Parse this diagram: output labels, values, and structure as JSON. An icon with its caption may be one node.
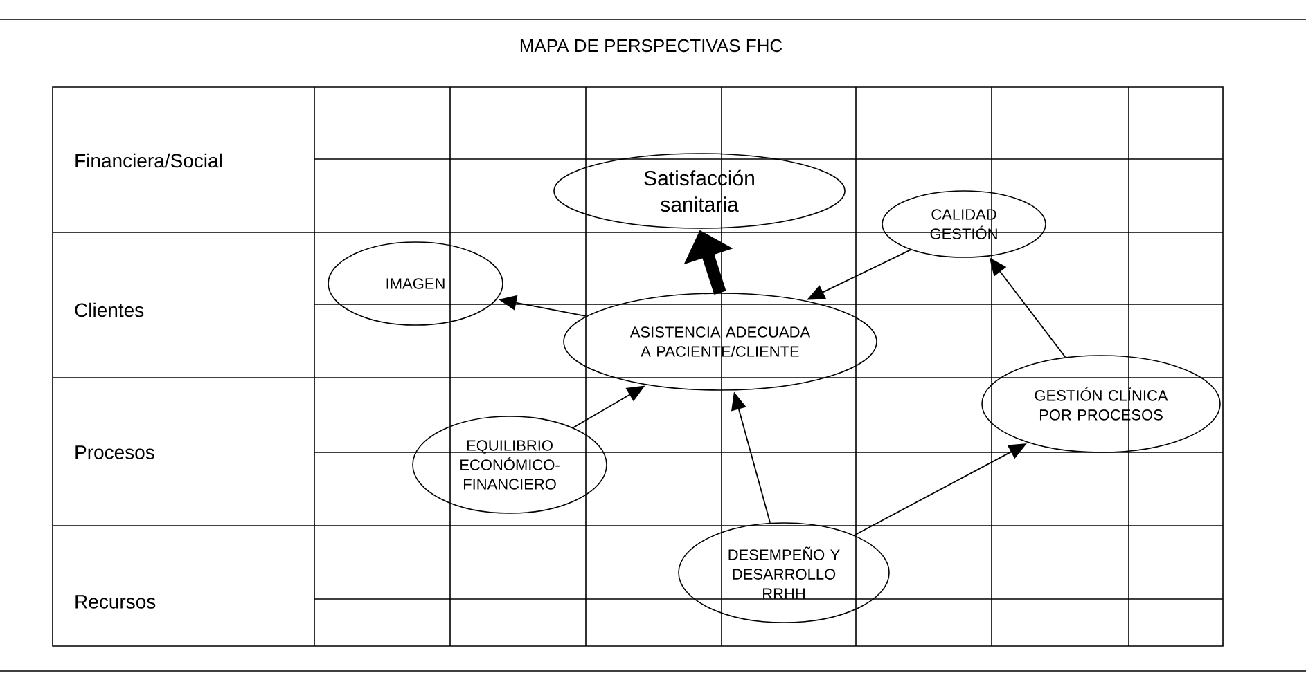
{
  "diagram": {
    "title": "MAPA DE PERSPECTIVAS FHC",
    "nodes": [
      {
        "text": [
          "Satisfacción sanitaria"
        ]
      },
      {
        "text": [
          "CALIDAD GESTIÓN"
        ]
      },
      {
        "text": [
          "IMAGEN"
        ]
      },
      {
        "text": [
          "ASISTENCIA ADECUADA A PACIENTE/CLIENTE"
        ]
      },
      {
        "text": [
          "GESTIÓN CLÍNICA POR PROCESOS"
        ]
      },
      {
        "text": [
          "EQUILIBRIO ECONÓMICO-FINANCIERO"
        ]
      },
      {
        "text": [
          "DESEMPEÑO Y DESARROLLO RRHH"
        ]
      }
    ],
    "edges": [
      {
        "from": 3,
        "to": 0,
        "arrow": "to",
        "style": "thick"
      },
      {
        "from": 3,
        "to": 2,
        "arrow": "to"
      },
      {
        "from": 1,
        "to": 3,
        "arrow": "to"
      },
      {
        "from": 5,
        "to": 3,
        "arrow": "to"
      },
      {
        "from": 6,
        "to": 3,
        "arrow": "to"
      },
      {
        "from": 6,
        "to": 4,
        "arrow": "to"
      },
      {
        "from": 4,
        "to": 1,
        "arrow": "to"
      }
    ],
    "labels": [
      "Financiera/Social",
      "Clientes",
      "Procesos",
      "Recursos"
    ]
  }
}
